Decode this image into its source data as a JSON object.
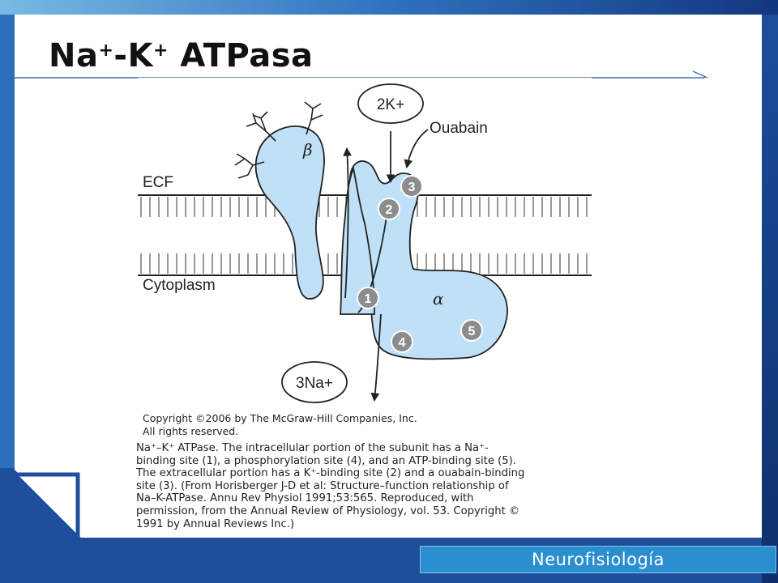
{
  "slide": {
    "title_parts": {
      "na": "Na",
      "na_charge": "+",
      "dash_k": "-K",
      "k_charge": "+",
      "rest": " ATPasa"
    },
    "footer_label": "Neurofisiología"
  },
  "figure": {
    "label_ecf": "ECF",
    "label_cytoplasm": "Cytoplasm",
    "label_potassium": "2K+",
    "label_sodium": "3Na+",
    "label_ouabain": "Ouabain",
    "label_beta": "β",
    "label_alpha": "α",
    "sites": [
      "1",
      "2",
      "3",
      "4",
      "5"
    ],
    "copyright_line1": "Copyright ©2006 by The McGraw-Hill Companies, Inc.",
    "copyright_line2": "All rights reserved."
  },
  "caption": {
    "lines": [
      "Na⁺–K⁺ ATPase. The intracellular portion of the subunit has a Na⁺-",
      "binding site (1), a phosphorylation site (4), and an ATP-binding site (5).",
      "The extracellular portion has a K⁺-binding site (2) and a ouabain-binding",
      "site (3). (From Horisberger J-D et al: Structure–function relationship of",
      "Na–K-ATPase. Annu Rev Physiol 1991;53:565. Reproduced, with",
      "permission, from the Annual Review of Physiology, vol. 53. Copyright ©",
      "1991 by Annual Reviews Inc.)"
    ]
  },
  "colors": {
    "primary_blue": "#1d4f9c",
    "footer_blue": "#2a8fcf",
    "protein_fill": "#bfe0f6",
    "site_fill": "#8c8c8c"
  }
}
